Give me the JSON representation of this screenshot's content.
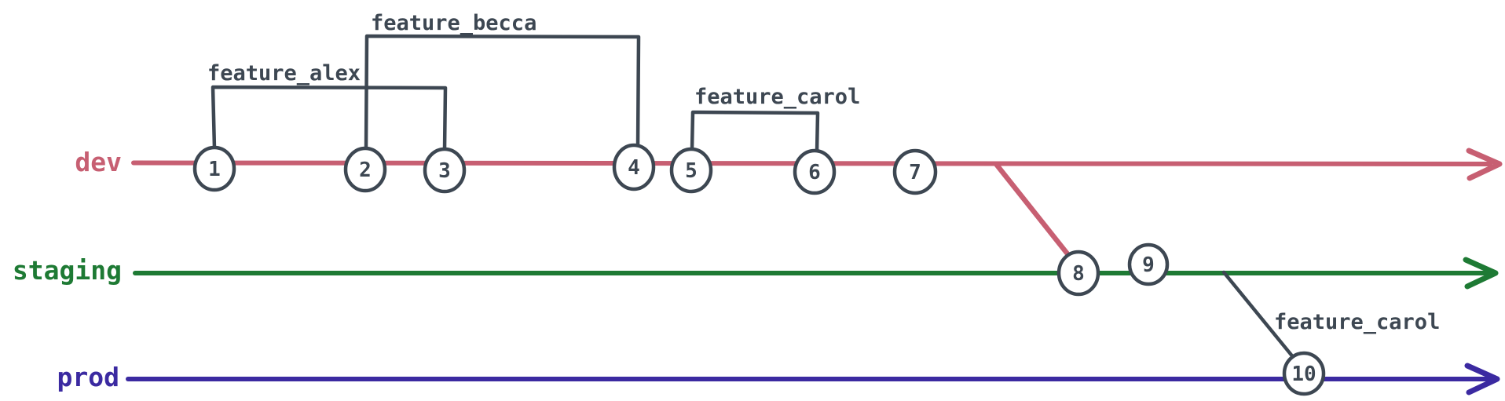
{
  "diagram": {
    "kind": "git-branch-diagram",
    "background": "#ffffff",
    "ink": "#3d4752",
    "branches": [
      {
        "name": "dev",
        "color": "#c75f72"
      },
      {
        "name": "staging",
        "color": "#1e7a34"
      },
      {
        "name": "prod",
        "color": "#3b2aa1"
      }
    ],
    "commits": [
      {
        "label": "1",
        "branch": "dev"
      },
      {
        "label": "2",
        "branch": "dev"
      },
      {
        "label": "3",
        "branch": "dev"
      },
      {
        "label": "4",
        "branch": "dev"
      },
      {
        "label": "5",
        "branch": "dev"
      },
      {
        "label": "6",
        "branch": "dev"
      },
      {
        "label": "7",
        "branch": "dev"
      },
      {
        "label": "8",
        "branch": "staging"
      },
      {
        "label": "9",
        "branch": "staging"
      },
      {
        "label": "10",
        "branch": "prod"
      }
    ],
    "feature_branches": [
      {
        "label": "feature_alex",
        "from_commit": "1",
        "to_commit": "3"
      },
      {
        "label": "feature_becca",
        "from_commit": "2",
        "to_commit": "4"
      },
      {
        "label": "feature_carol",
        "from_commit": "5",
        "to_commit": "6"
      },
      {
        "label": "feature_carol",
        "from_branch": "staging",
        "to_commit": "10"
      }
    ],
    "merges": [
      {
        "from_branch": "dev",
        "to_branch": "staging",
        "at_commit": "8"
      }
    ]
  }
}
